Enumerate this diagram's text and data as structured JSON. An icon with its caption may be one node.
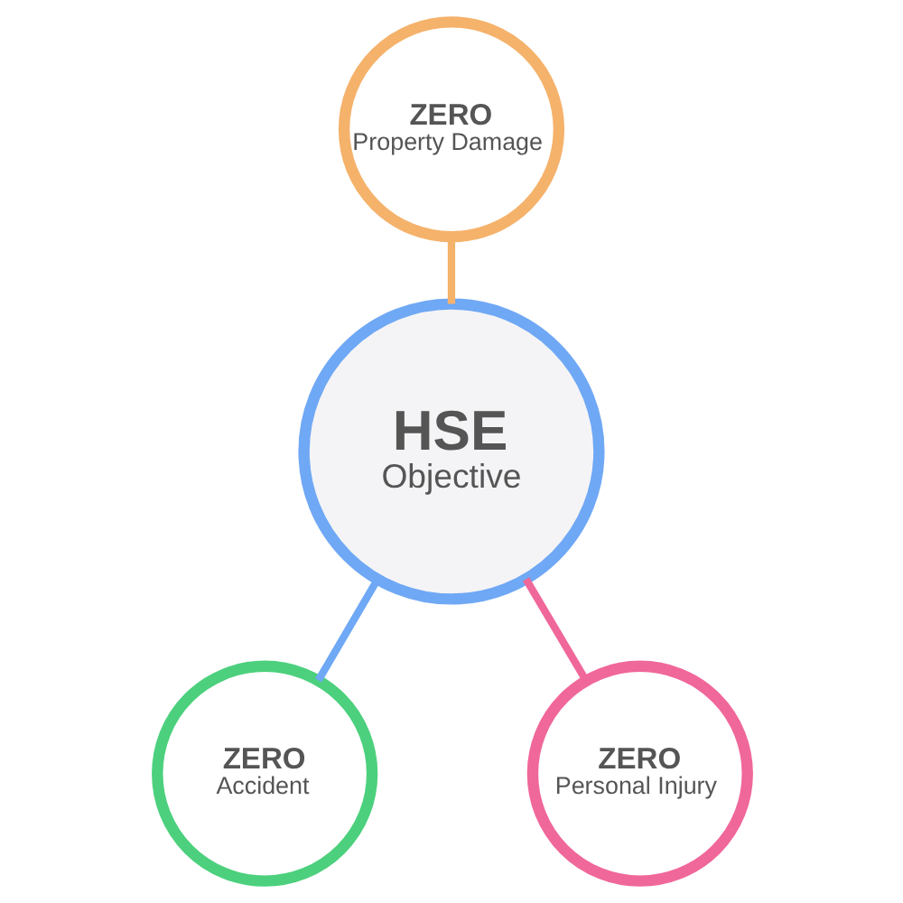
{
  "diagram": {
    "nodes": [
      {
        "text": [
          "HSE",
          "Objective"
        ]
      },
      {
        "text": [
          "ZERO",
          "Property Damage"
        ]
      },
      {
        "text": [
          "ZERO",
          "Accident"
        ]
      },
      {
        "text": [
          "ZERO",
          "Personal Injury"
        ]
      }
    ],
    "edges": [
      {
        "from": 1,
        "to": 0,
        "arrow": "none",
        "color": "#f5b26b"
      },
      {
        "from": 0,
        "to": 2,
        "arrow": "none",
        "color": "#6fa8f5"
      },
      {
        "from": 0,
        "to": 3,
        "arrow": "none",
        "color": "#f0679a"
      }
    ]
  }
}
